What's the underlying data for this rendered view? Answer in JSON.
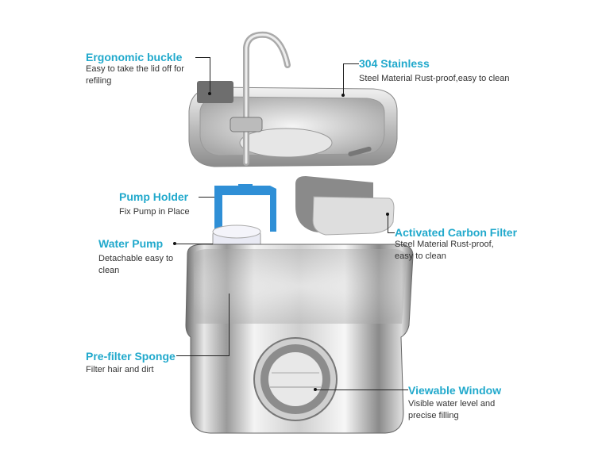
{
  "labels": {
    "ergonomic_buckle": {
      "title": "Ergonomic buckle",
      "desc": "Easy to take the lid off for refiling"
    },
    "stainless": {
      "title": "304 Stainless",
      "desc": "Steel Material Rust-proof,easy to clean"
    },
    "pump_holder": {
      "title": "Pump Holder",
      "desc": "Fix Pump in Place"
    },
    "water_pump": {
      "title": "Water Pump",
      "desc": "Detachable easy to clean"
    },
    "carbon_filter": {
      "title": "Activated Carbon Filter",
      "desc": "Steel Material Rust-proof, easy to clean"
    },
    "sponge": {
      "title": "Pre-filter Sponge",
      "desc": "Filter hair and dirt"
    },
    "window": {
      "title": "Viewable Window",
      "desc": "Visible water level and precise filling"
    }
  },
  "colors": {
    "accent": "#21a9cc",
    "holder_blue": "#2f8fd6"
  }
}
